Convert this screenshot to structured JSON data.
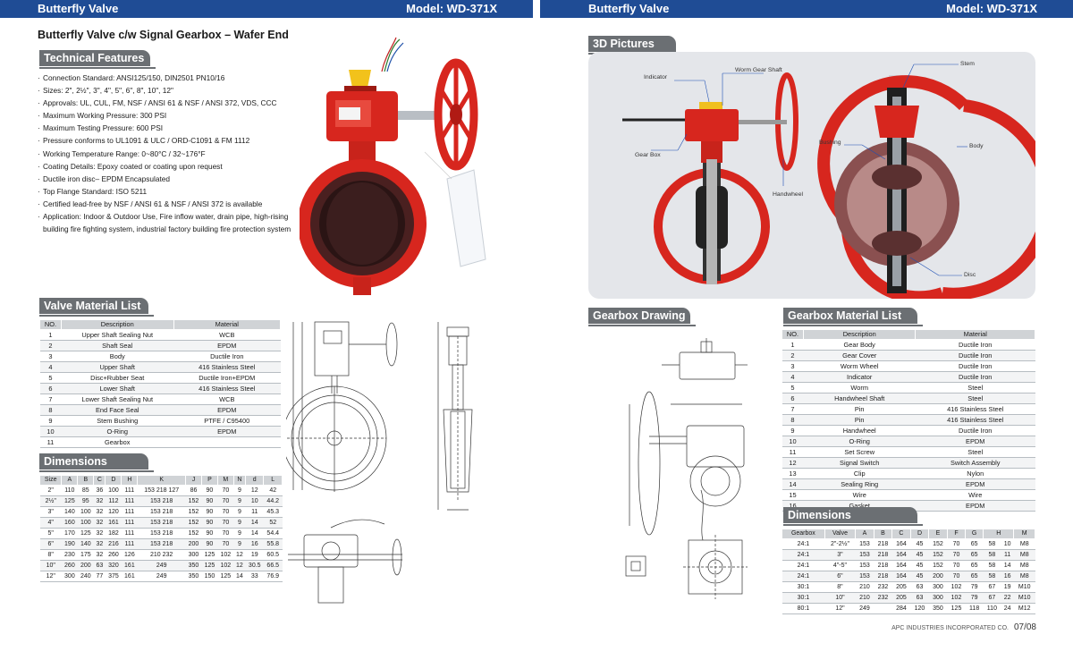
{
  "header": {
    "left_title": "Butterfly Valve",
    "left_model": "Model: WD-371X",
    "right_title": "Butterfly Valve",
    "right_model": "Model: WD-371X"
  },
  "doc_title": "Butterfly Valve c/w Signal Gearbox – Wafer End",
  "sections": {
    "technical_features": "Technical Features",
    "valve_material_list": "Valve Material List",
    "dimensions_left": "Dimensions",
    "pictures_3d": "3D Pictures",
    "gearbox_drawing": "Gearbox Drawing",
    "gearbox_material_list": "Gearbox Material List",
    "dimensions_right": "Dimensions"
  },
  "features": [
    "Connection Standard: ANSI125/150, DIN2501 PN10/16",
    "Sizes: 2\", 2½\", 3\", 4\", 5\", 6\", 8\", 10\", 12\"",
    "Approvals: UL, CUL, FM, NSF / ANSI 61 & NSF / ANSI 372, VDS, CCC",
    "Maximum Working Pressure: 300 PSI",
    "Maximum Testing Pressure: 600 PSI",
    "Pressure conforms to UL1091 & ULC / ORD-C1091 & FM 1112",
    "Working Temperature Range: 0~80°C / 32~176°F",
    "Coating Details: Epoxy coated or coating upon request",
    "Ductile iron disc– EPDM Encapsulated",
    "Top Flange Standard: ISO 5211",
    "Certified lead-free by  NSF / ANSI 61 & NSF / ANSI 372 is available",
    "Application: Indoor & Outdoor Use, Fire inflow water, drain pipe, high-rising building fire fighting system, industrial factory building fire protection system"
  ],
  "valve_material": {
    "headers": [
      "NO.",
      "Description",
      "Material"
    ],
    "rows": [
      [
        "1",
        "Upper Shaft Sealing Nut",
        "WCB"
      ],
      [
        "2",
        "Shaft Seal",
        "EPDM"
      ],
      [
        "3",
        "Body",
        "Ductile Iron"
      ],
      [
        "4",
        "Upper Shaft",
        "416 Stainless Steel"
      ],
      [
        "5",
        "Disc+Rubber Seat",
        "Ductile Iron+EPDM"
      ],
      [
        "6",
        "Lower Shaft",
        "416 Stainless Steel"
      ],
      [
        "7",
        "Lower Shaft Sealing Nut",
        "WCB"
      ],
      [
        "8",
        "End Face Seal",
        "EPDM"
      ],
      [
        "9",
        "Stem Bushing",
        "PTFE / C95400"
      ],
      [
        "10",
        "O-Ring",
        "EPDM"
      ],
      [
        "11",
        "Gearbox",
        ""
      ]
    ]
  },
  "dimensions_left": {
    "headers": [
      "Size",
      "A",
      "B",
      "C",
      "D",
      "H",
      "K",
      "J",
      "P",
      "M",
      "N",
      "d",
      "L"
    ],
    "rows": [
      [
        "2\"",
        "110",
        "85",
        "36",
        "100",
        "111",
        "153  218  127",
        "86",
        "90",
        "70",
        "9",
        "12",
        "42"
      ],
      [
        "2½\"",
        "125",
        "95",
        "32",
        "112",
        "111",
        "153      218",
        "152",
        "90",
        "70",
        "9",
        "10",
        "44.2"
      ],
      [
        "3\"",
        "140",
        "100",
        "32",
        "120",
        "111",
        "153      218",
        "152",
        "90",
        "70",
        "9",
        "11",
        "45.3"
      ],
      [
        "4\"",
        "160",
        "100",
        "32",
        "161",
        "111",
        "153      218",
        "152",
        "90",
        "70",
        "9",
        "14",
        "52"
      ],
      [
        "5\"",
        "170",
        "125",
        "32",
        "182",
        "111",
        "153      218",
        "152",
        "90",
        "70",
        "9",
        "14",
        "54.4"
      ],
      [
        "6\"",
        "190",
        "140",
        "32",
        "216",
        "111",
        "153      218",
        "200",
        "90",
        "70",
        "9",
        "16",
        "55.8"
      ],
      [
        "8\"",
        "230",
        "175",
        "32",
        "260",
        "126",
        "210      232",
        "300",
        "125",
        "102",
        "12",
        "19",
        "60.5"
      ],
      [
        "10\"",
        "260",
        "200",
        "63",
        "320",
        "161",
        "249",
        "350",
        "125",
        "102",
        "12",
        "30.5",
        "66.5"
      ],
      [
        "12\"",
        "300",
        "240",
        "77",
        "375",
        "161",
        "249",
        "350",
        "150",
        "125",
        "14",
        "33",
        "76.9"
      ]
    ]
  },
  "callouts_3d": {
    "indicator": "Indicator",
    "worm_gear_shaft": "Worm Gear Shaft",
    "gear_box": "Gear Box",
    "handwheel": "Handwheel",
    "stem": "Stem",
    "bushing": "Bushing",
    "body": "Body",
    "disc": "Disc"
  },
  "gearbox_material": {
    "headers": [
      "NO.",
      "Description",
      "Material"
    ],
    "rows": [
      [
        "1",
        "Gear Body",
        "Ductile Iron"
      ],
      [
        "2",
        "Gear Cover",
        "Ductile Iron"
      ],
      [
        "3",
        "Worm Wheel",
        "Ductile Iron"
      ],
      [
        "4",
        "Indicator",
        "Ductile Iron"
      ],
      [
        "5",
        "Worm",
        "Steel"
      ],
      [
        "6",
        "Handwheel Shaft",
        "Steel"
      ],
      [
        "7",
        "Pin",
        "416 Stainless Steel"
      ],
      [
        "8",
        "Pin",
        "416 Stainless Steel"
      ],
      [
        "9",
        "Handwheel",
        "Ductile Iron"
      ],
      [
        "10",
        "O-Ring",
        "EPDM"
      ],
      [
        "11",
        "Set Screw",
        "Steel"
      ],
      [
        "12",
        "Signal Switch",
        "Switch Assembly"
      ],
      [
        "13",
        "Clip",
        "Nylon"
      ],
      [
        "14",
        "Sealing Ring",
        "EPDM"
      ],
      [
        "15",
        "Wire",
        "Wire"
      ],
      [
        "16",
        "Gasket",
        "EPDM"
      ]
    ]
  },
  "dimensions_right": {
    "headers": [
      "Gearbox",
      "Valve",
      "A",
      "B",
      "C",
      "D",
      "E",
      "F",
      "G",
      "H",
      "M"
    ],
    "rows": [
      [
        "24:1",
        "2\"-2½\"",
        "153",
        "218",
        "164",
        "45",
        "152",
        "70",
        "65",
        "58",
        "10",
        "M8"
      ],
      [
        "24:1",
        "3\"",
        "153",
        "218",
        "164",
        "45",
        "152",
        "70",
        "65",
        "58",
        "11",
        "M8"
      ],
      [
        "24:1",
        "4\"-5\"",
        "153",
        "218",
        "164",
        "45",
        "152",
        "70",
        "65",
        "58",
        "14",
        "M8"
      ],
      [
        "24:1",
        "6\"",
        "153",
        "218",
        "164",
        "45",
        "200",
        "70",
        "65",
        "58",
        "16",
        "M8"
      ],
      [
        "30:1",
        "8\"",
        "210",
        "232",
        "205",
        "63",
        "300",
        "102",
        "79",
        "67",
        "19",
        "M10"
      ],
      [
        "30:1",
        "10\"",
        "210",
        "232",
        "205",
        "63",
        "300",
        "102",
        "79",
        "67",
        "22",
        "M10"
      ],
      [
        "80:1",
        "12\"",
        "249",
        "",
        "284",
        "120",
        "350",
        "125",
        "118",
        "110",
        "24",
        "M12"
      ]
    ]
  },
  "footer": {
    "company": "APC INDUSTRIES INCORPORATED CO.",
    "pages": "07/08"
  },
  "colors": {
    "header_blue": "#1f4c95",
    "section_gray": "#6b6f73",
    "valve_red": "#d7261e"
  }
}
